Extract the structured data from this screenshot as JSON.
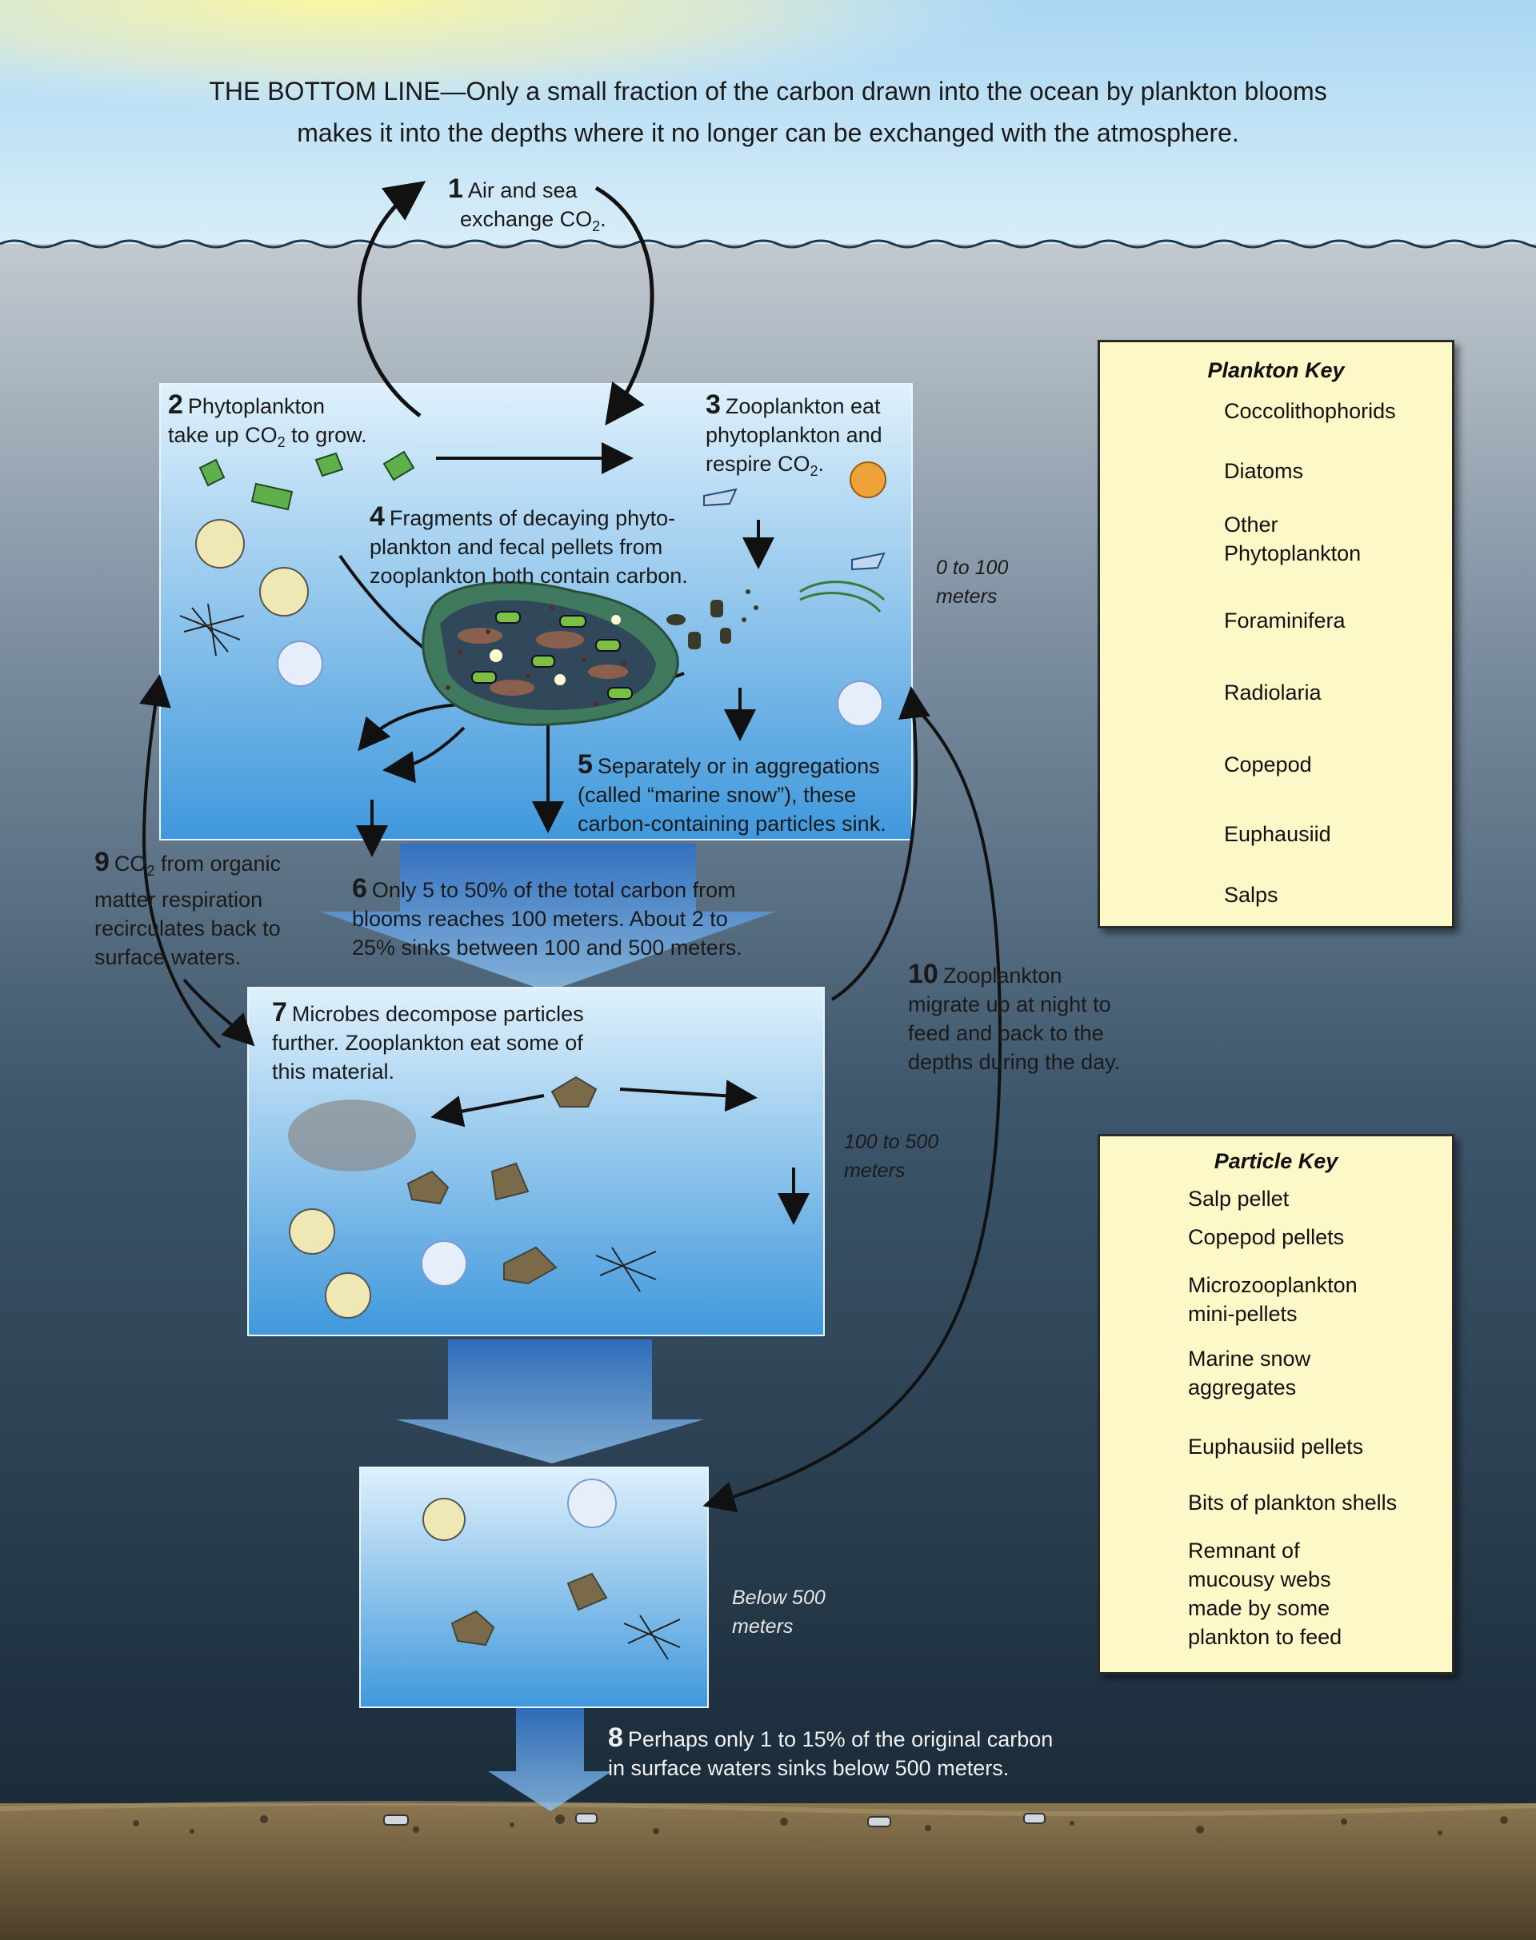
{
  "title": {
    "line1": "THE BOTTOM LINE—Only a small fraction of the carbon drawn into the ocean by plankton blooms",
    "line2": "makes it into the depths where it no longer can be exchanged with the atmosphere."
  },
  "steps": {
    "s1": {
      "num": "1",
      "a": "Air and sea",
      "b": "exchange CO",
      "b_sub": "2",
      "b_end": "."
    },
    "s2": {
      "num": "2",
      "a": "Phytoplankton",
      "b": "take up CO",
      "b_sub": "2",
      "b_end": " to grow."
    },
    "s3": {
      "num": "3",
      "a": "Zooplankton eat",
      "b": "phytoplankton and",
      "c": "respire CO",
      "c_sub": "2",
      "c_end": "."
    },
    "s4": {
      "num": "4",
      "a": "Fragments of decaying phyto-",
      "b": "plankton and fecal pellets from",
      "c": "zooplankton both contain carbon."
    },
    "s5": {
      "num": "5",
      "a": "Separately or in aggregations",
      "b": "(called “marine snow”), these",
      "c": "carbon-containing particles sink."
    },
    "s6": {
      "num": "6",
      "a": "Only 5 to 50% of the total carbon from",
      "b": "blooms reaches 100 meters. About 2 to",
      "c": "25% sinks between 100 and 500 meters."
    },
    "s7": {
      "num": "7",
      "a": "Microbes decompose particles",
      "b": "further. Zooplankton eat some of",
      "c": "this material."
    },
    "s8": {
      "num": "8",
      "a": "Perhaps only 1 to 15% of the original carbon",
      "b": "in surface waters sinks below 500 meters."
    },
    "s9": {
      "num": "9",
      "a_pre": "CO",
      "a_sub": "2",
      "a": " from organic",
      "b": "matter respiration",
      "c": "recirculates back to",
      "d": "surface waters."
    },
    "s10": {
      "num": "10",
      "a": "Zooplankton",
      "b": "migrate up at night to",
      "c": "feed and back to the",
      "d": "depths during the day."
    }
  },
  "depths": {
    "d1a": "0 to 100",
    "d1b": "meters",
    "d2a": "100 to 500",
    "d2b": "meters",
    "d3a": "Below 500",
    "d3b": "meters"
  },
  "plankton_key": {
    "title": "Plankton Key",
    "items": [
      {
        "label": "Coccolithophorids",
        "icon": "coccolithophorid-icon"
      },
      {
        "label": "Diatoms",
        "icon": "diatom-icon"
      },
      {
        "label": "Other",
        "label2": "Phytoplankton",
        "icon": "phytoplankton-icon"
      },
      {
        "label": "Foraminifera",
        "icon": "foraminifera-icon"
      },
      {
        "label": "Radiolaria",
        "icon": "radiolaria-icon"
      },
      {
        "label": "Copepod",
        "icon": "copepod-icon"
      },
      {
        "label": "Euphausiid",
        "icon": "euphausiid-icon"
      },
      {
        "label": "Salps",
        "icon": "salp-icon"
      }
    ]
  },
  "particle_key": {
    "title": "Particle Key",
    "items": [
      {
        "label": "Salp pellet",
        "icon": "salp-pellet-icon"
      },
      {
        "label": "Copepod pellets",
        "icon": "copepod-pellets-icon"
      },
      {
        "label": "Microzooplankton",
        "label2": "mini-pellets",
        "icon": "mini-pellets-icon"
      },
      {
        "label": "Marine snow",
        "label2": "aggregates",
        "icon": "marine-snow-icon"
      },
      {
        "label": "Euphausiid pellets",
        "icon": "euphausiid-pellets-icon"
      },
      {
        "label": "Bits of plankton shells",
        "icon": "shell-bits-icon"
      },
      {
        "label": "Remnant of",
        "label2": "mucousy webs",
        "label3": "made by some",
        "label4": "plankton to feed",
        "icon": "mucous-web-icon"
      }
    ]
  },
  "colors": {
    "sky_top": "#b9ddf2",
    "sun": "#f6f3a8",
    "ocean_top": "#aeb8c2",
    "ocean_bottom": "#1c2c3b",
    "panel_top": "#d4ecfb",
    "panel_bottom": "#4aa3e0",
    "key_bg": "#fcf8c8",
    "sediment": "#6b5a3a"
  }
}
